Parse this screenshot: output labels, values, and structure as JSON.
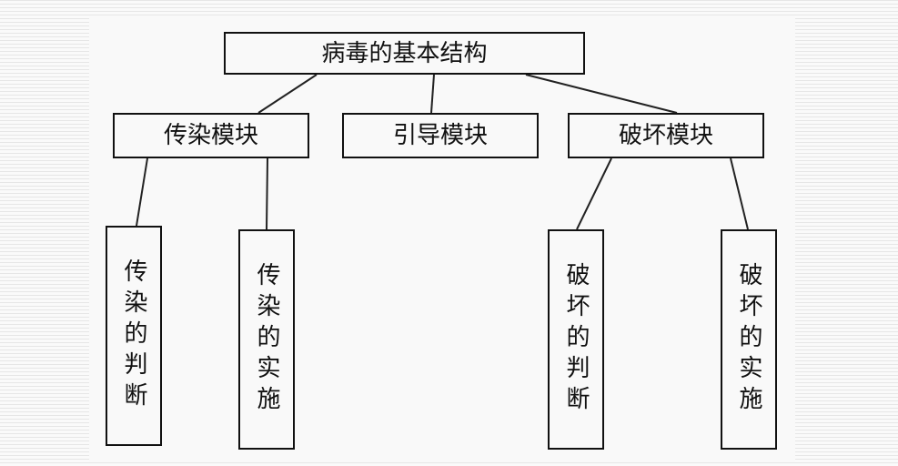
{
  "diagram": {
    "root": {
      "label": "病毒的基本结构"
    },
    "modules": [
      {
        "label": "传染模块",
        "children": [
          "传染的判断",
          "传染的实施"
        ]
      },
      {
        "label": "引导模块",
        "children": []
      },
      {
        "label": "破坏模块",
        "children": [
          "破坏的判断",
          "破坏的实施"
        ]
      }
    ]
  }
}
